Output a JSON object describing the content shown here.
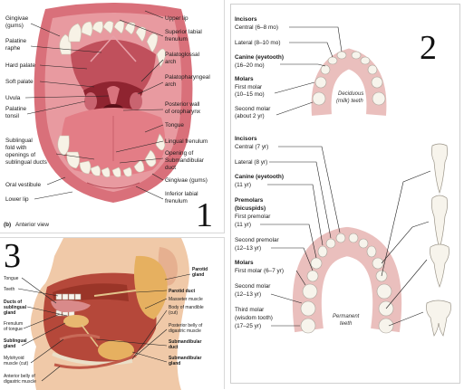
{
  "panel1": {
    "number": "1",
    "caption_letter": "(b)",
    "caption_text": "Anterior view",
    "left_labels": [
      "Gingivae",
      "(gums)",
      "Palatine",
      "raphe",
      "Hard palate",
      "Soft palate",
      "Uvula",
      "Palatine",
      "tonsil",
      "Sublingual",
      "fold with",
      "openings of",
      "sublingual ducts",
      "Oral vestibule",
      "Lower lip"
    ],
    "right_labels": [
      "Upper lip",
      "Superior labial",
      "frenulum",
      "Palatoglossal",
      "arch",
      "Palatopharyngeal",
      "arch",
      "Posterior wall",
      "of oropharynx",
      "Tongue",
      "Lingual frenulum",
      "Opening of",
      "Submandibular",
      "duct",
      "Gingivae (gums)",
      "Inferior labial",
      "frenulum"
    ]
  },
  "panel2": {
    "number": "2",
    "deciduous": {
      "labels": [
        {
          "bold": "Incisors",
          "lines": [
            "Central (6–8 mo)",
            "Lateral (8–10 mo)"
          ]
        },
        {
          "bold": "Canine (eyetooth)",
          "lines": [
            "(16–20 mo)"
          ]
        },
        {
          "bold": "Molars",
          "lines": [
            "First molar",
            "(10–15 mo)",
            "Second molar",
            "(about 2 yr)"
          ]
        }
      ],
      "arch_label": [
        "Deciduous",
        "(milk) teeth"
      ]
    },
    "permanent": {
      "labels": [
        {
          "bold": "Incisors",
          "lines": [
            "Central (7 yr)",
            "Lateral (8 yr)"
          ]
        },
        {
          "bold": "Canine (eyetooth)",
          "lines": [
            "(11 yr)"
          ]
        },
        {
          "bold": "Premolars",
          "lines": [
            "(bicuspids)",
            "First premolar",
            "(11 yr)",
            "Second premolar",
            "(12–13 yr)"
          ]
        },
        {
          "bold": "Molars",
          "lines": [
            "First molar (6–7 yr)",
            "Second molar",
            "(12–13 yr)",
            "Third molar",
            "(wisdom tooth)",
            "(17–25 yr)"
          ]
        }
      ],
      "arch_label": [
        "Permanent",
        "teeth"
      ]
    }
  },
  "panel3": {
    "number": "3",
    "left_labels": [
      "Tongue",
      "Teeth",
      "Ducts of",
      "sublingual",
      "gland",
      "Frenulum",
      "of tongue",
      "Sublingual",
      "gland",
      "Mylohyoid",
      "muscle (cut)",
      "Anterior belly of",
      "digastric muscle"
    ],
    "right_labels": [
      "Parotid",
      "gland",
      "Parotid duct",
      "Masseter muscle",
      "Body of mandible",
      "(cut)",
      "Posterior belly of",
      "digastric muscle",
      "Submandibular",
      "duct",
      "Submandibular",
      "gland"
    ]
  },
  "colors": {
    "lip": "#d9707a",
    "mouth": "#a8323e",
    "gum": "#e89aa0",
    "tooth": "#f7f2e6",
    "muscle": "#b5483a",
    "gland": "#e6b060",
    "skin": "#f0c9a8"
  }
}
